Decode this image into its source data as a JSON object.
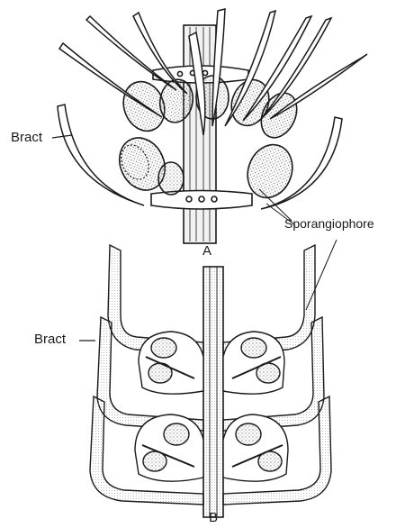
{
  "labels": {
    "bract_top": "Bract",
    "sporangiophore": "Sporangiophore",
    "panel_a": "A",
    "bract_bottom": "Bract",
    "panel_b": "B"
  },
  "colors": {
    "ink": "#1a1a1a",
    "paper": "#ffffff",
    "shade": "#d9d9d9"
  }
}
